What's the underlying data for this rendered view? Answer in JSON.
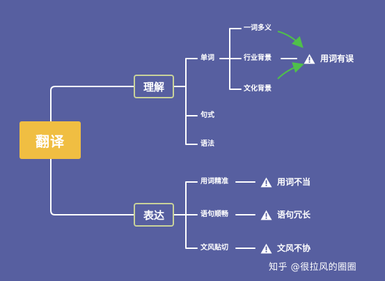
{
  "root": {
    "label": "翻译"
  },
  "branches": [
    {
      "label": "理解",
      "children": [
        {
          "label": "单词",
          "children": [
            "一词多义",
            "行业背景",
            "文化背景"
          ]
        },
        {
          "label": "句式"
        },
        {
          "label": "语法"
        }
      ],
      "result": "用词有误"
    },
    {
      "label": "表达",
      "children": [
        {
          "label": "用词精准",
          "result": "用词不当"
        },
        {
          "label": "语句顺畅",
          "result": "语句冗长"
        },
        {
          "label": "文风贴切",
          "result": "文风不协"
        }
      ]
    }
  ],
  "watermark": "知乎 @很拉风的圈圈",
  "colors": {
    "background": "#575fa0",
    "root": "#f0be42",
    "branch_border": "#c9d29a",
    "connector": "#ffffff",
    "arrow": "#4fc04a"
  }
}
